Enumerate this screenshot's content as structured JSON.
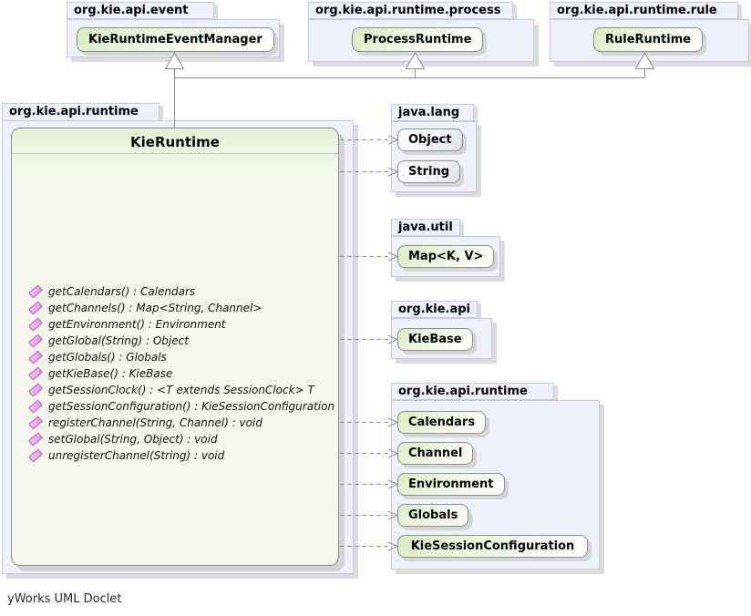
{
  "footer": "yWorks UML Doclet",
  "packages": {
    "event": {
      "name": "org.kie.api.event"
    },
    "process": {
      "name": "org.kie.api.runtime.process"
    },
    "rule": {
      "name": "org.kie.api.runtime.rule"
    },
    "runtime_main": {
      "name": "org.kie.api.runtime"
    },
    "java_lang": {
      "name": "java.lang"
    },
    "java_util": {
      "name": "java.util"
    },
    "org_kie_api": {
      "name": "org.kie.api"
    },
    "runtime_types": {
      "name": "org.kie.api.runtime"
    }
  },
  "types": {
    "kie_runtime_event_manager": "KieRuntimeEventManager",
    "process_runtime": "ProcessRuntime",
    "rule_runtime": "RuleRuntime",
    "object": "Object",
    "string": "String",
    "map": "Map<K, V>",
    "kie_base": "KieBase",
    "calendars": "Calendars",
    "channel": "Channel",
    "environment": "Environment",
    "globals": "Globals",
    "kie_session_configuration": "KieSessionConfiguration"
  },
  "kie_runtime": {
    "title": "KieRuntime",
    "methods": [
      "getCalendars() : Calendars",
      "getChannels() : Map<String, Channel>",
      "getEnvironment() : Environment",
      "getGlobal(String) : Object",
      "getGlobals() : Globals",
      "getKieBase() : KieBase",
      "getSessionClock() : <T extends SessionClock> T",
      "getSessionConfiguration() : KieSessionConfiguration",
      "registerChannel(String, Channel) : void",
      "setGlobal(String, Object) : void",
      "unregisterChannel(String) : void"
    ]
  },
  "colors": {
    "interface_fill": "#d8ecc1",
    "class_fill": "#dde0ec",
    "package_fill": "#eef0fa",
    "connector": "#8c8c8c",
    "method_icon": "#ee8cee"
  }
}
